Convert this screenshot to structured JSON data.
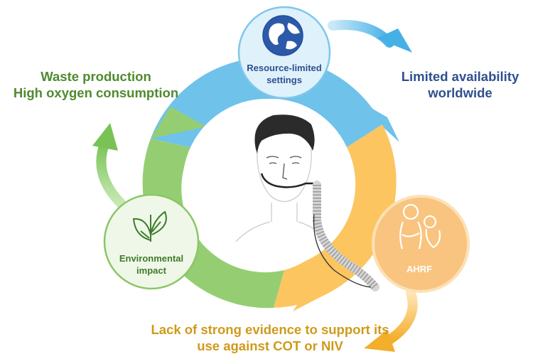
{
  "labels": {
    "waste_line1": "Waste production",
    "waste_line2": "High oxygen consumption",
    "availability_line1": "Limited availability",
    "availability_line2": "worldwide",
    "evidence_line1": "Lack of strong evidence to support its",
    "evidence_line2": "use against COT or NIV"
  },
  "nodes": {
    "resource_line1": "Resource-limited",
    "resource_line2": "settings",
    "environment_line1": "Environmental",
    "environment_line2": "impact",
    "ahrf": "AHRF"
  },
  "colors": {
    "blue_segment": "#6fc2ea",
    "orange_segment": "#fcc560",
    "green_segment": "#95ce72",
    "green_text": "#4f8a2f",
    "blue_text": "#2f4f8f",
    "orange_text": "#d09a1b"
  },
  "icons": [
    "globe-icon",
    "leaves-icon",
    "parent-child-icon",
    "patient-with-nasal-cannula"
  ]
}
